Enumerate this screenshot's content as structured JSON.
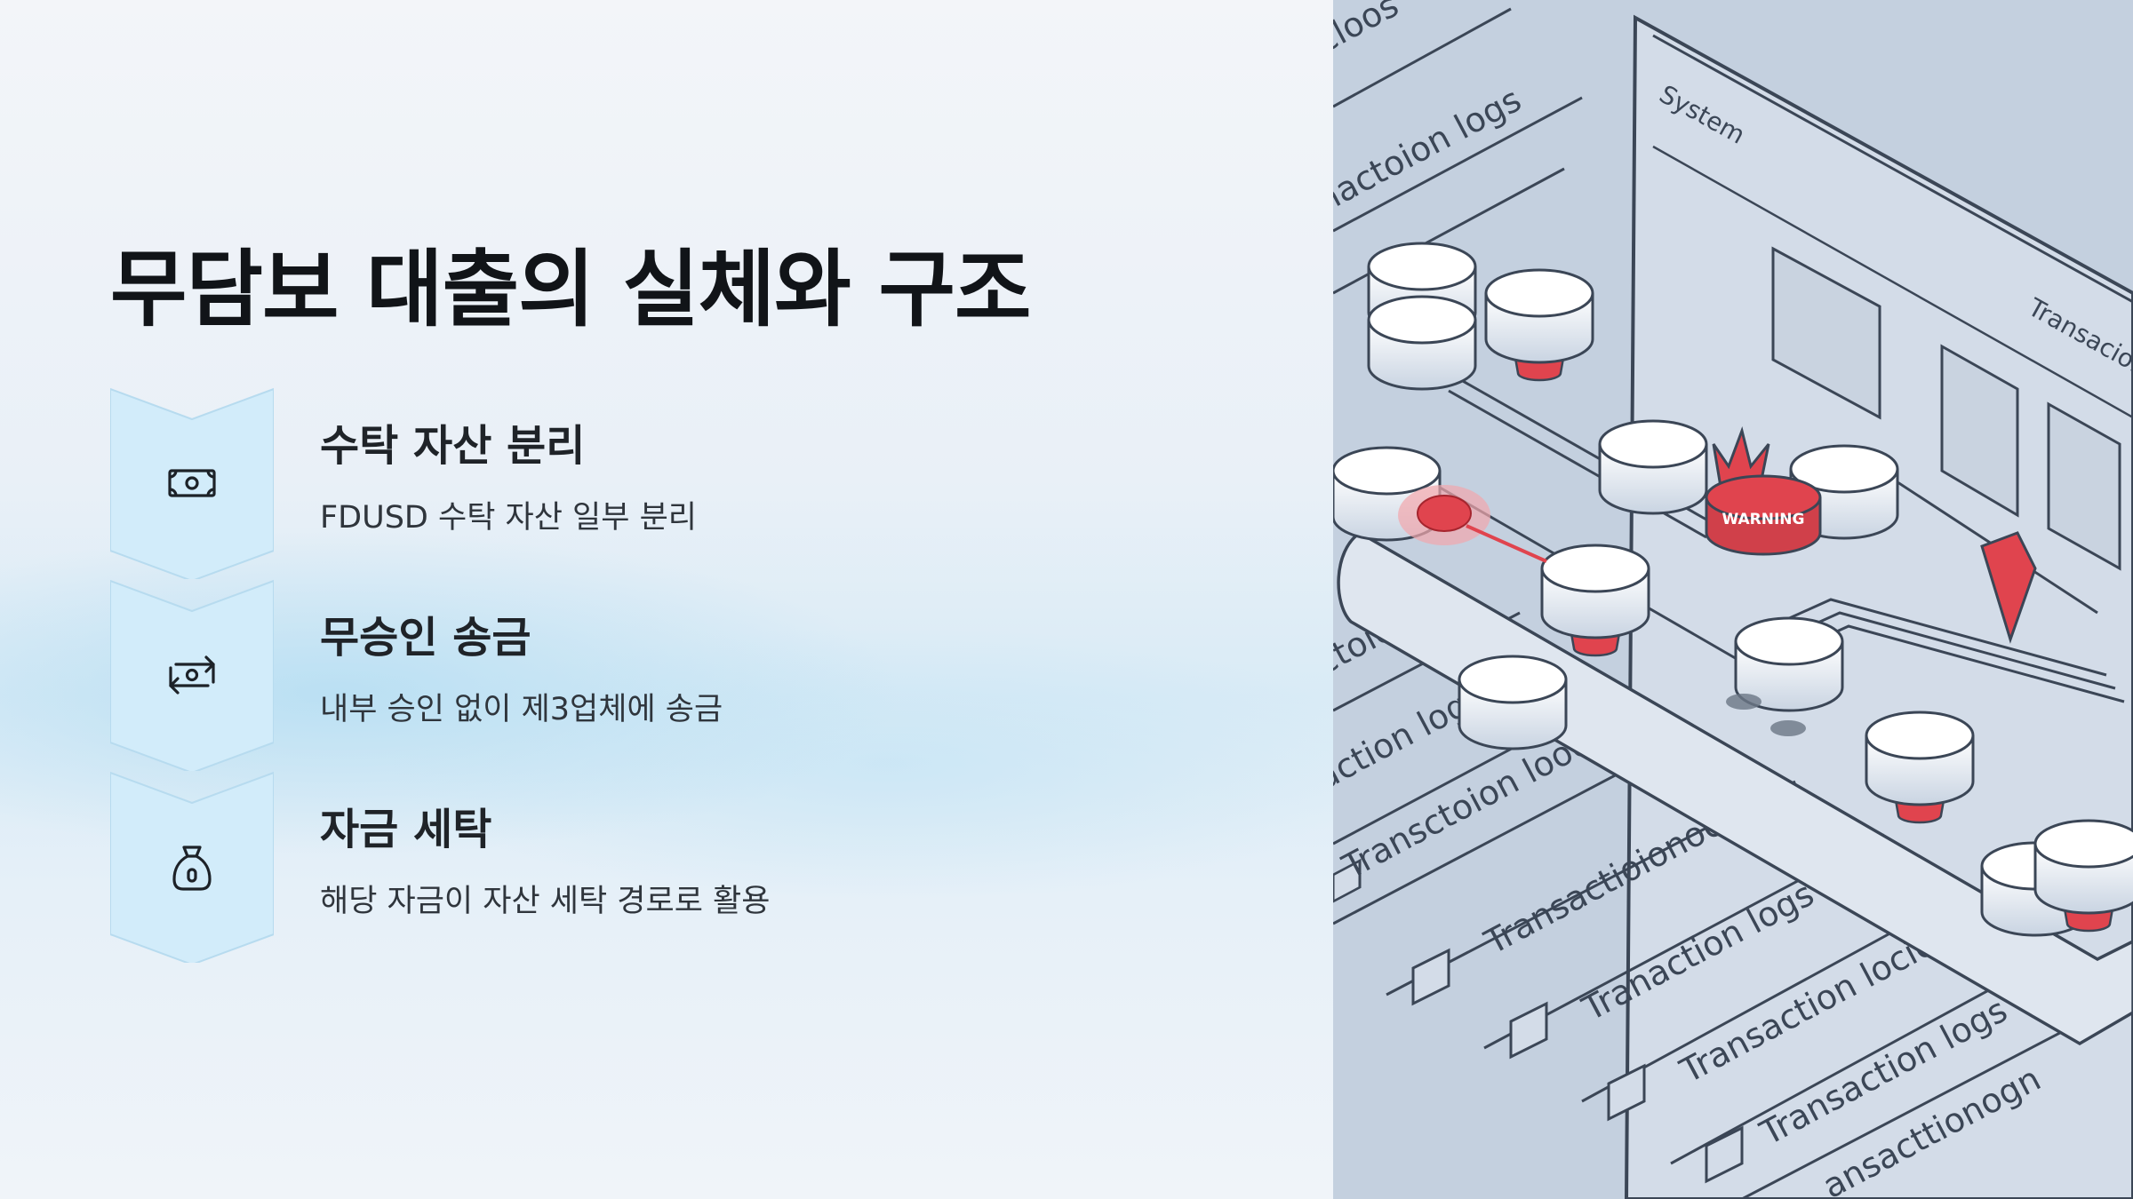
{
  "slide": {
    "title": "무담보 대출의 실체와 구조",
    "features": [
      {
        "icon": "banknote-icon",
        "title": "수탁 자산 분리",
        "desc": "FDUSD 수탁 자산 일부 분리"
      },
      {
        "icon": "money-transfer-icon",
        "title": "무승인 송금",
        "desc": "내부 승인 없이 제3업체에 송금"
      },
      {
        "icon": "money-bag-icon",
        "title": "자금 세탁",
        "desc": "해당 자금이 자산 세탁 경로로 활용"
      }
    ]
  },
  "illustration": {
    "window_label": "System",
    "panel_label": "Transacion",
    "warning_label": "WARNING",
    "log_labels": [
      "cloos",
      "nactoion logs",
      "ctoion lo",
      "action logs",
      "Transctoion looc",
      "Transactioionocirog",
      "Tranaction logs",
      "Transaction lociok",
      "Transaction logs",
      "ansacttionogn"
    ],
    "accent_color": "#e0444e"
  }
}
